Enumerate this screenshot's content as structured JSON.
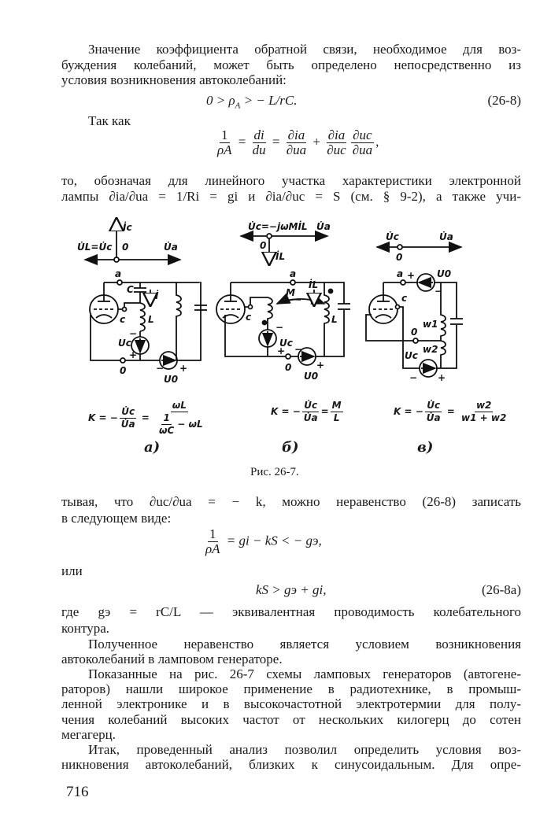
{
  "paragraphs": {
    "p1": [
      "Значение коэффициента обратной связи, необходимое для воз-",
      "буждения колебаний, может быть определено непосредственно из",
      "условия возникновения автоколебаний:"
    ],
    "eq1": {
      "text": "0 > ρ",
      "sub": "A",
      "rest": " > − L/rC.",
      "number": "(26-8)"
    },
    "p2": "Так как",
    "eq2": {
      "lhs_num": "1",
      "lhs_den": "ρA",
      "eq": "=",
      "f2_num": "di",
      "f2_den": "du",
      "f3_num": "∂ia",
      "f3_den": "∂ua",
      "plus": "+",
      "f4_num": "∂ia",
      "f4_den": "∂uc",
      "f5_num": "∂uc",
      "f5_den": "∂ua",
      "comma": ","
    },
    "p3": [
      "то, обозначая для линейного участка характеристики электронной",
      "лампы ∂ia/∂ua = 1/Ri = gi и ∂ia/∂uc = S (см. § 9-2), а также учи-"
    ],
    "p4": [
      "тывая, что ∂uc/∂ua = − k, можно неравенство (26-8) записать",
      "в следующем виде:"
    ],
    "eq3": {
      "num": "1",
      "den": "ρA",
      "rest": "= gi − kS < − gэ,"
    },
    "or": "или",
    "eq4": {
      "text": "kS > gэ + gi,",
      "number": "(26-8а)"
    },
    "p5": [
      "где   gэ = rC/L — эквивалентная   проводимость   колебательного",
      "контура."
    ],
    "p6": [
      "Полученное неравенство является условием возникновения",
      "автоколебаний в ламповом генераторе."
    ],
    "p7": [
      "Показанные на рис. 26-7 схемы ламповых генераторов (автогене-",
      "раторов) нашли широкое применение в радиотехнике, в промыш-",
      "ленной электронике и в высокочастотной электротермии для полу-",
      "чения колебаний высоких частот от нескольких килогерц до сотен",
      "мегагерц."
    ],
    "p8": [
      "Итак, проведенный анализ позволил определить условия воз-",
      "никновения автоколебаний, близких к синусоидальным. Для опре-"
    ]
  },
  "figure": {
    "caption": "Рис. 26-7.",
    "a": {
      "label": "а)",
      "vec_left": "U̇L=U̇c",
      "vec_origin": "0",
      "vec_right": "U̇a",
      "vec_up": "İc",
      "node_a": "a",
      "cap": "C",
      "grid": "c",
      "current": "İ",
      "ind": "L",
      "uc": "Uc",
      "minus": "−",
      "plus": "+",
      "node_0": "0",
      "u0": "U0",
      "formula": {
        "k": "K = −",
        "num": "U̇c",
        "den": "U̇a",
        "eq": "=",
        "rnum": "ωL",
        "rden_num": "1",
        "rden_den": "ωC",
        "rden_rest": "− ωL"
      }
    },
    "b": {
      "label": "б)",
      "vec_left": "U̇c=−jωMİL",
      "vec_right": "U̇a",
      "vec_origin": "0",
      "vec_down": "İL",
      "node_a": "a",
      "grid": "c",
      "mutual": "M",
      "current": "İL",
      "ind": "L",
      "uc": "Uc",
      "minus": "−",
      "plus": "+",
      "node_0": "0",
      "u0": "U0",
      "formula": {
        "k": "K = −",
        "num": "U̇c",
        "den": "U̇a",
        "eq": "=",
        "rnum": "M",
        "rden": "L"
      }
    },
    "c": {
      "label": "в)",
      "vec_left": "U̇c",
      "vec_right": "U̇a",
      "vec_origin": "0",
      "node_a": "a",
      "grid": "c",
      "u0": "U0",
      "w1": "w1",
      "w2": "w2",
      "node_0": "0",
      "uc": "Uc",
      "minus": "−",
      "plus": "+",
      "formula": {
        "k": "K = −",
        "num": "U̇c",
        "den": "U̇a",
        "eq": "=",
        "rnum": "w2",
        "rden": "w1 + w2"
      }
    }
  },
  "page_number": "716"
}
